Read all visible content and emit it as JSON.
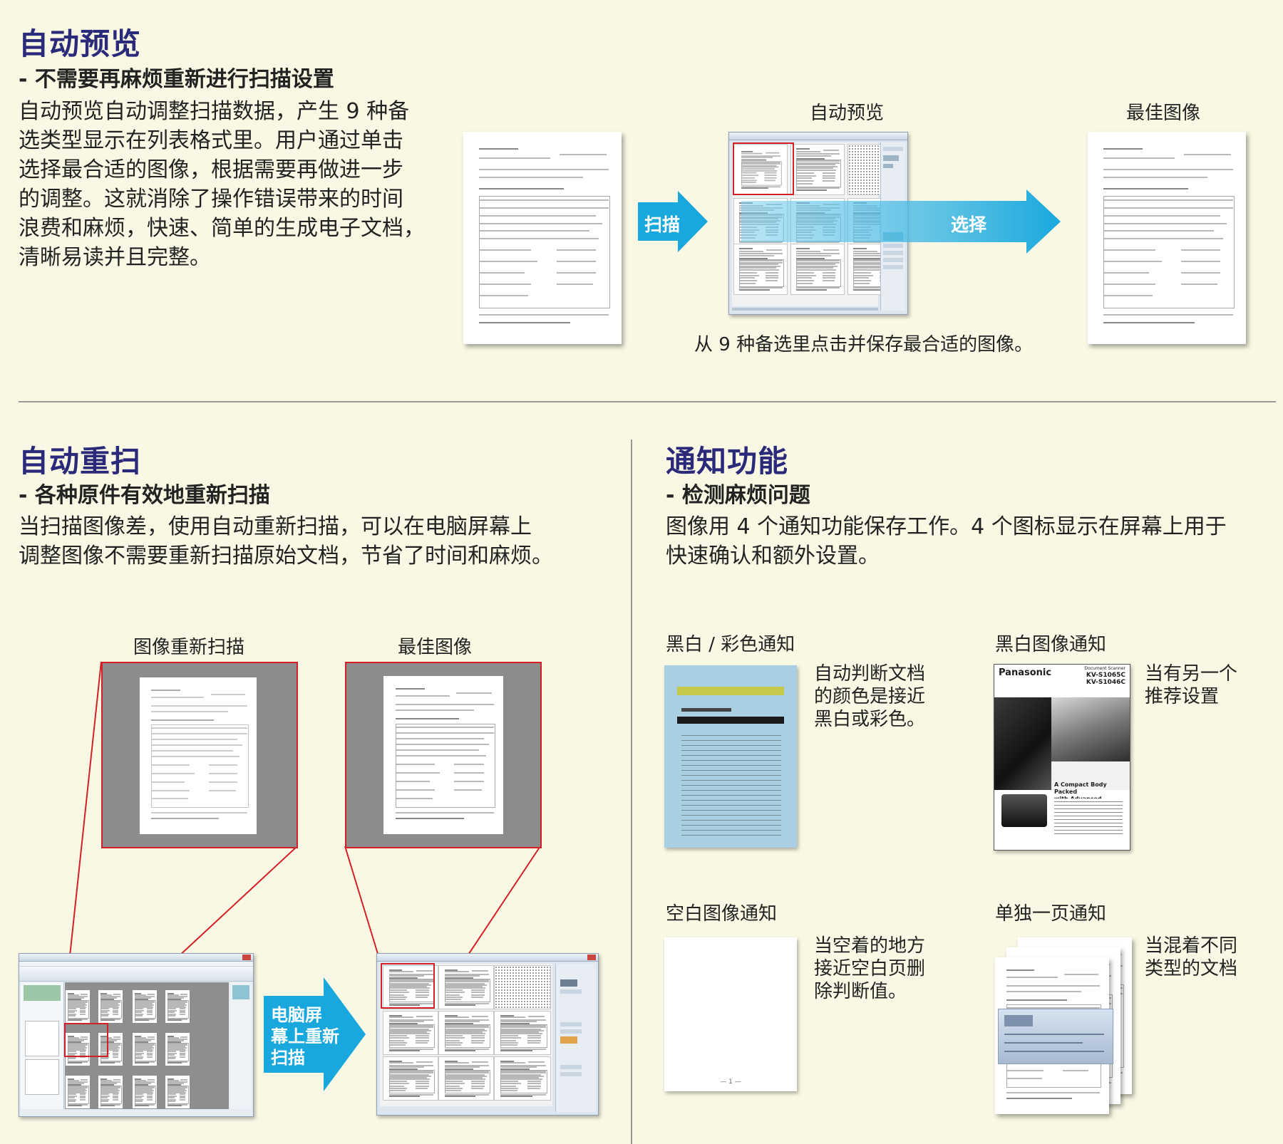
{
  "section_preview": {
    "title": "自动预览",
    "subtitle": "- 不需要再麻烦重新进行扫描设置",
    "body_lines": [
      "自动预览自动调整扫描数据，产生 9 种备",
      "选类型显示在列表格式里。用户通过单击",
      "选择最合适的图像，根据需要再做进一步",
      "的调整。这就消除了操作错误带来的时间",
      "浪费和麻烦，快速、简单的生成电子文档，",
      "清晰易读并且完整。"
    ],
    "label_auto_preview": "自动预览",
    "label_best_image": "最佳图像",
    "arrow_scan": "扫描",
    "arrow_select": "选择",
    "caption": "从 9 种备选里点击并保存最合适的图像。"
  },
  "section_rescan": {
    "title": "自动重扫",
    "subtitle": "- 各种原件有效地重新扫描",
    "body_lines": [
      "当扫描图像差，使用自动重新扫描，可以在电脑屏幕上",
      "调整图像不需要重新扫描原始文档，节省了时间和麻烦。"
    ],
    "label_rescan": "图像重新扫描",
    "label_best_image": "最佳图像",
    "arrow_lines": [
      "电脑屏",
      "幕上重新",
      "扫描"
    ]
  },
  "section_notify": {
    "title": "通知功能",
    "subtitle": "- 检测麻烦问题",
    "body_lines": [
      "图像用 4 个通知功能保存工作。4 个图标显示在屏幕上用于",
      "快速确认和额外设置。"
    ],
    "items": [
      {
        "label": "黑白 / 彩色通知",
        "desc_lines": [
          "自动判断文档",
          "的颜色是接近",
          "黑白或彩色。"
        ]
      },
      {
        "label": "黑白图像通知",
        "desc_lines": [
          "当有另一个",
          "推荐设置"
        ]
      },
      {
        "label": "空白图像通知",
        "desc_lines": [
          "当空着的地方",
          "接近空白页删",
          "除判断值。"
        ]
      },
      {
        "label": "单独一页通知",
        "desc_lines": [
          "当混着不同",
          "类型的文档"
        ]
      }
    ],
    "brochure": {
      "brand": "Panasonic",
      "product_type": "Document Scanner",
      "model_1": "KV-S1065C",
      "model_2": "KV-S1046C",
      "tagline_1": "A Compact Body Packed",
      "tagline_2": "with Advanced Functions"
    },
    "blank_page_number": "— 1 —"
  },
  "colors": {
    "background": "#f9f8e4",
    "title": "#2b2a7a",
    "arrow_blue": "#18a8dd",
    "highlight_red": "#d32027"
  }
}
